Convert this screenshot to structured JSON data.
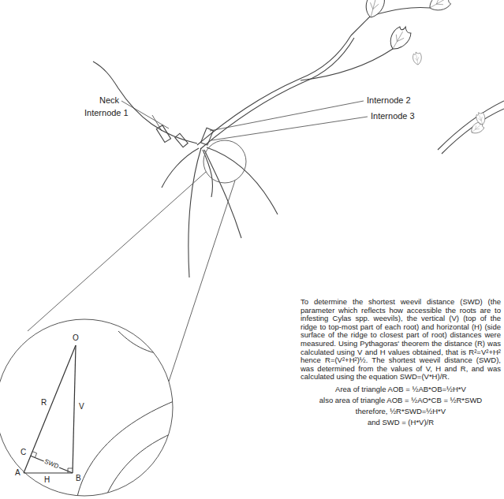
{
  "diagram": {
    "labels": [
      "Neck",
      "Internode 1",
      "Internode 2",
      "Internode 3",
      "O",
      "R",
      "V",
      "C",
      "SWD",
      "A",
      "H",
      "B",
      "To determine the shortest weevil distance (SWD) (the parameter which reflects how accessible the roots are to infesting Cylas spp. weevils), the vertical (V) (top of the ridge to top-most part of each root) and horizontal (H) (side surface of the ridge to closest part of root) distances were measured. Using Pythagoras' theorem the distance (R) was calculated using V and H values obtained, that is R²=V²+H² hence R=(V²+H²)½. The shortest weevil distance (SWD), was determined from the values of V, H and R, and was calculated using the equation SWD=(V*H)/R.",
      "Area of triangle AOB = ½AB*OB=½H*V",
      "also area of triangle AOB = ½AO*CB = ½R*SWD",
      "therefore, ½R*SWD=½H*V",
      "and SWD = (H*V)/R"
    ]
  }
}
